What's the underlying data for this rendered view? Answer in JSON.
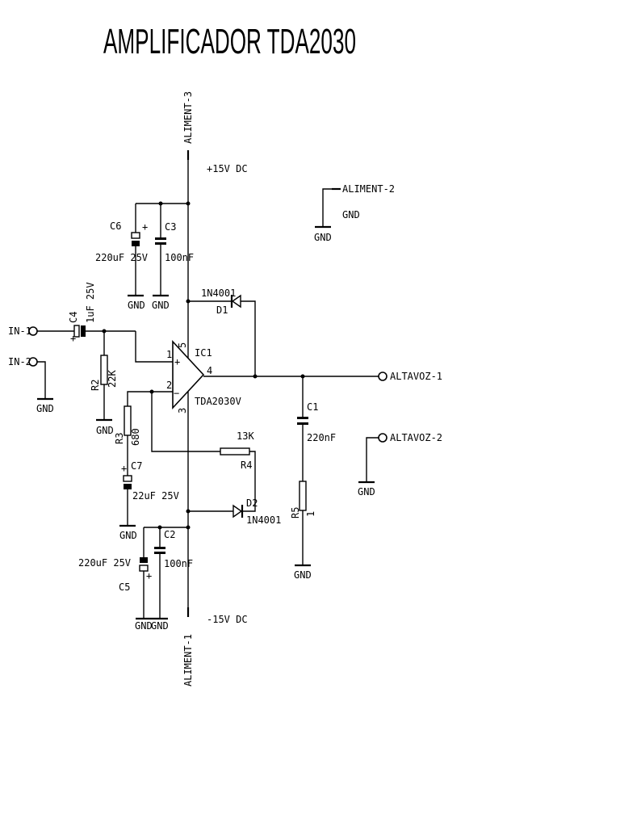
{
  "title": "AMPLIFICADOR TDA2030",
  "power": {
    "aliment_3": "ALIMENT-3",
    "aliment_1": "ALIMENT-1",
    "aliment_2": "ALIMENT-2",
    "plus_rail": "+15V DC",
    "minus_rail": "-15V DC"
  },
  "inputs": {
    "in1": "IN-1",
    "in2": "IN-2"
  },
  "outputs": {
    "spk1": "ALTAVOZ-1",
    "spk2": "ALTAVOZ-2"
  },
  "ground_label": "GND",
  "ic": {
    "ref": "IC1",
    "part": "TDA2030V",
    "pins": {
      "p1": "1",
      "p2": "2",
      "p3": "3",
      "p4": "4",
      "p5": "5"
    },
    "plus_sign": "+",
    "minus_sign": "−"
  },
  "components": {
    "c1": {
      "ref": "C1",
      "value": "220nF"
    },
    "c2": {
      "ref": "C2",
      "value": "100nF"
    },
    "c3": {
      "ref": "C3",
      "value": "100nF"
    },
    "c4": {
      "ref": "C4",
      "value": "1uF 25V"
    },
    "c5": {
      "ref": "C5",
      "value": "220uF 25V"
    },
    "c6": {
      "ref": "C6",
      "value": "220uF 25V"
    },
    "c7": {
      "ref": "C7",
      "value": "22uF 25V"
    },
    "r2": {
      "ref": "R2",
      "value": "22K"
    },
    "r3": {
      "ref": "R3",
      "value": "680"
    },
    "r4": {
      "ref": "R4",
      "value": "13K"
    },
    "r5": {
      "ref": "R5",
      "value": "1"
    },
    "d1": {
      "ref": "D1",
      "value": "1N4001"
    },
    "d2": {
      "ref": "D2",
      "value": "1N4001"
    }
  },
  "polarity": "+"
}
